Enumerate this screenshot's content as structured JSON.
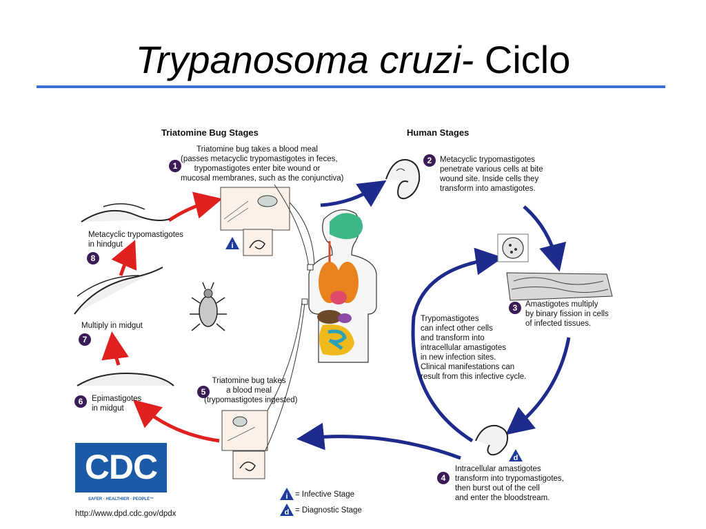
{
  "title": {
    "italic": "Trypanosoma cruzi-",
    "rest": " Ciclo"
  },
  "headings": {
    "bug": "Triatomine Bug Stages",
    "human": "Human Stages"
  },
  "stages": {
    "s1": {
      "num": "1",
      "lines": [
        "Triatomine bug takes a blood meal",
        "(passes metacyclic trypomastigotes in feces,",
        "trypomastigotes enter bite wound or",
        "mucosal membranes, such as the conjunctiva)"
      ]
    },
    "s2": {
      "num": "2",
      "lines": [
        "Metacyclic trypomastigotes",
        "penetrate various cells at bite",
        "wound site.  Inside cells they",
        "transform into amastigotes."
      ]
    },
    "s3": {
      "num": "3",
      "lines": [
        "Amastigotes multiply",
        "by binary fission in cells",
        "of infected tissues."
      ]
    },
    "s4": {
      "num": "4",
      "lines": [
        "Intracellular amastigotes",
        "transform into trypomastigotes,",
        "then burst out of the cell",
        "and enter the bloodstream."
      ]
    },
    "s5": {
      "num": "5",
      "lines": [
        "Triatomine bug takes",
        "a blood meal",
        "(trypomastigotes ingested)"
      ]
    },
    "s6": {
      "num": "6",
      "lines": [
        "Epimastigotes",
        "in midgut"
      ]
    },
    "s7": {
      "num": "7",
      "lines": [
        "Multiply in midgut"
      ]
    },
    "s8": {
      "num": "8",
      "lines": [
        "Metacyclic trypomastigotes",
        "in hindgut"
      ]
    }
  },
  "center_text": [
    "Trypomastigotes",
    "can infect other cells",
    "and transform into",
    "intracellular amastigotes",
    "in new infection sites.",
    "Clinical manifestations can",
    "result from this infective cycle."
  ],
  "markers": {
    "infective": "i",
    "diagnostic": "d"
  },
  "legend": {
    "infective": "= Infective Stage",
    "diagnostic": "= Diagnostic Stage"
  },
  "logo": {
    "letters": "CDC",
    "tagline": "SAFER · HEALTHIER · PEOPLE™"
  },
  "url": "http://www.dpd.cdc.gov/dpdx",
  "colors": {
    "rule": "#3a6fd8",
    "red_arrow": "#e0201e",
    "blue_arrow": "#1e2a8c",
    "badge": "#3a1c56",
    "marker": "#1f3c9a",
    "logo": "#1b5aa6"
  }
}
